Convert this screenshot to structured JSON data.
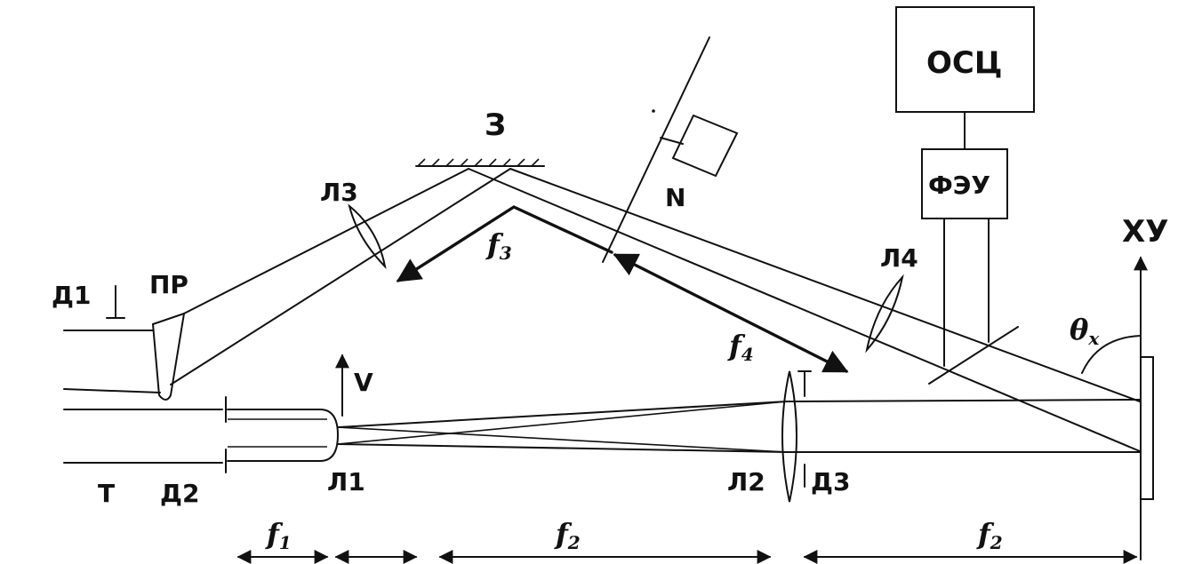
{
  "labels": {
    "osc": "ОСЦ",
    "feu": "ФЭУ",
    "xy": "XУ",
    "theta": "θ",
    "theta_sub": "x",
    "mirror": "З",
    "l3": "Л3",
    "l4": "Л4",
    "pr": "ПР",
    "d1": "Д1",
    "d2": "Д2",
    "d3": "Д3",
    "t": "Т",
    "l1": "Л1",
    "l2": "Л2",
    "v": "V",
    "n": "N",
    "f3": "f",
    "f3_sub": "3",
    "f4": "f",
    "f4_sub": "4",
    "f1": "f",
    "f1_sub": "1",
    "f2a": "f",
    "f2a_sub": "2",
    "f2b": "f",
    "f2b_sub": "2"
  }
}
